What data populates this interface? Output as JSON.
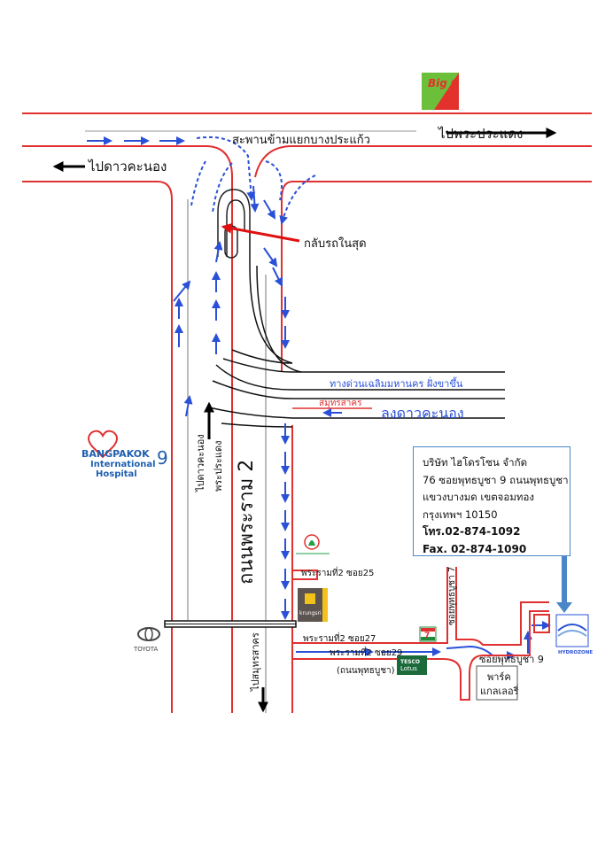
{
  "labels": {
    "to_pracha_daeng": "ไปพระประแดง",
    "to_dao_khanong": "ไปดาวคะนอง",
    "bridge": "สะพานข้ามแยกบางประแก้ว",
    "u_turn": "กลับรถในสุด",
    "expressway": "ทางด่วนเฉลิมมหานคร ฝั่งขาขึ้น",
    "samut_sakhon_red": "สมุทรสาคร",
    "down_dao_khanong": "ลงดาวคะนอง",
    "side_dao_khanong": "ไปดาวคะนอง",
    "side_pracha_daeng": "พระประแดง",
    "rama2_road": "ถนนพระราม 2",
    "to_samut_sakhon": "ไปสมุทรสาคร",
    "rama2_soi25": "พระรามที่2 ซอย25",
    "rama2_soi27": "พระรามที่2 ซอย27",
    "rama2_soi29": "พระรามที่2 ซอย29",
    "phutthabucha_road": "(ถนนพุทธบูชา)",
    "phutthabucha_soi7": "ซอยพุทธบูชา 7",
    "phutthabucha_soi9": "ซอยพุทธบูชา 9",
    "park_line1": "พาร์ค",
    "park_line2": "แกลเลอรี่"
  },
  "logos": {
    "bigc": "Big C",
    "bangpakok_line1": "BANGPAKOK",
    "bangpakok_num": "9",
    "bangpakok_line2": "International",
    "bangpakok_line3": "Hospital",
    "toyota": "TOYOTA",
    "krungsri": "krungsri",
    "tesco_line1": "TESCO",
    "tesco_line2": "Lotus",
    "seven": "7",
    "hydrozone": "HYDROZONE"
  },
  "company": {
    "name": "บริษัท ไฮโดรโซน จำกัด",
    "address1": "76 ซอยพุทธบูชา 9 ถนนพุทธบูชา",
    "address2": "แขวงบางมด เขตจอมทอง",
    "address3": "กรุงเทพฯ 10150",
    "tel": "โทร.02-874-1092",
    "fax": "Fax. 02-874-1090"
  },
  "colors": {
    "road_red": "#e03030",
    "route_blue": "#2a50d8",
    "highlight_arrow": "#e01010",
    "bigc_green": "#6cbf3a",
    "bigc_red": "#e3322b",
    "bangpakok_blue": "#1f5fb0",
    "box_border": "#4a86c8"
  }
}
